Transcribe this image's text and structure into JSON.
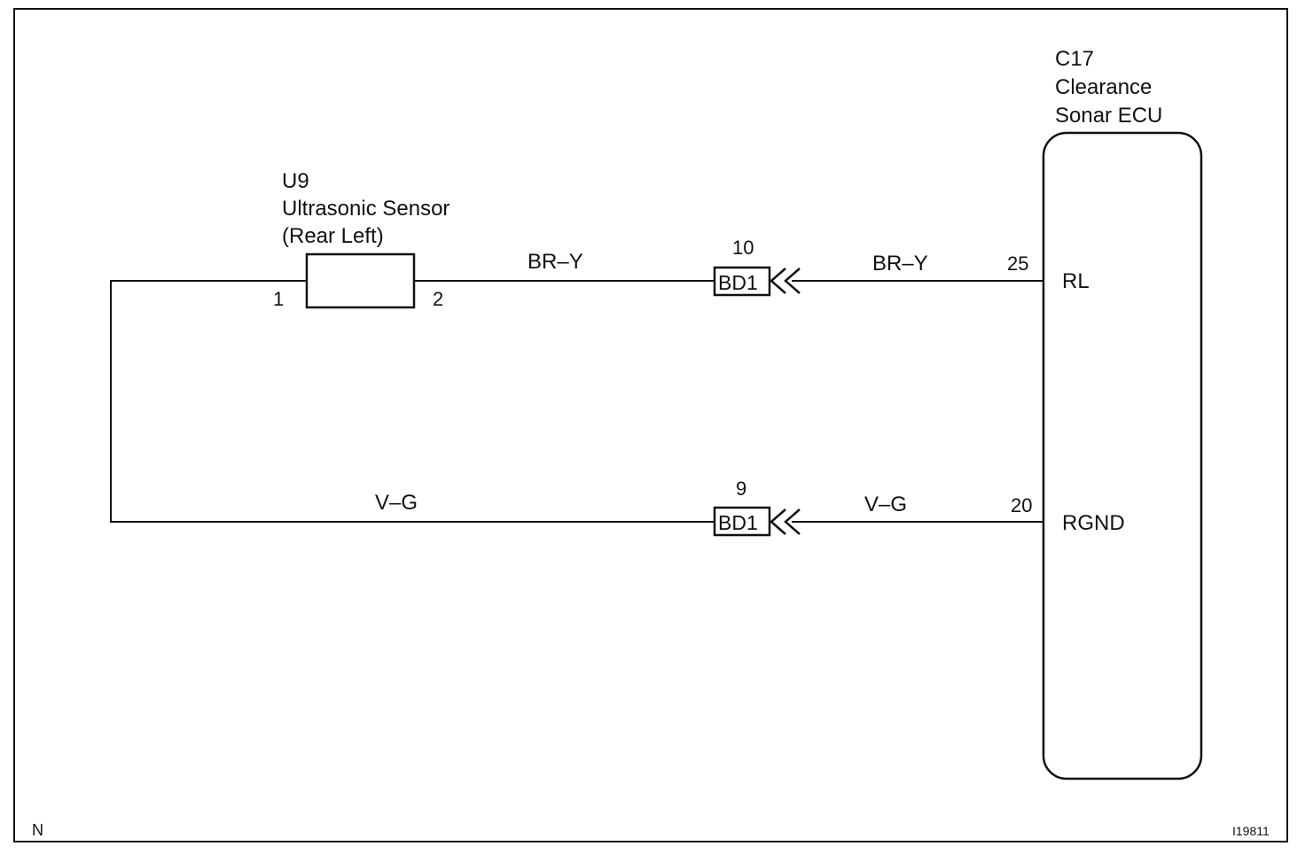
{
  "sensor": {
    "code": "U9",
    "name": "Ultrasonic Sensor",
    "location": "(Rear Left)",
    "pin_left": "1",
    "pin_right": "2"
  },
  "ecu": {
    "code": "C17",
    "name_line1": "Clearance",
    "name_line2": "Sonar ECU",
    "pins": [
      {
        "number": "25",
        "name": "RL"
      },
      {
        "number": "20",
        "name": "RGND"
      }
    ]
  },
  "wires": {
    "top_left_color": "BR–Y",
    "top_right_color": "BR–Y",
    "bottom_left_color": "V–G",
    "bottom_right_color": "V–G"
  },
  "connectors": [
    {
      "id": "BD1",
      "pin": "10"
    },
    {
      "id": "BD1",
      "pin": "9"
    }
  ],
  "footer": {
    "corner_letter": "N",
    "figure_id": "I19811"
  }
}
